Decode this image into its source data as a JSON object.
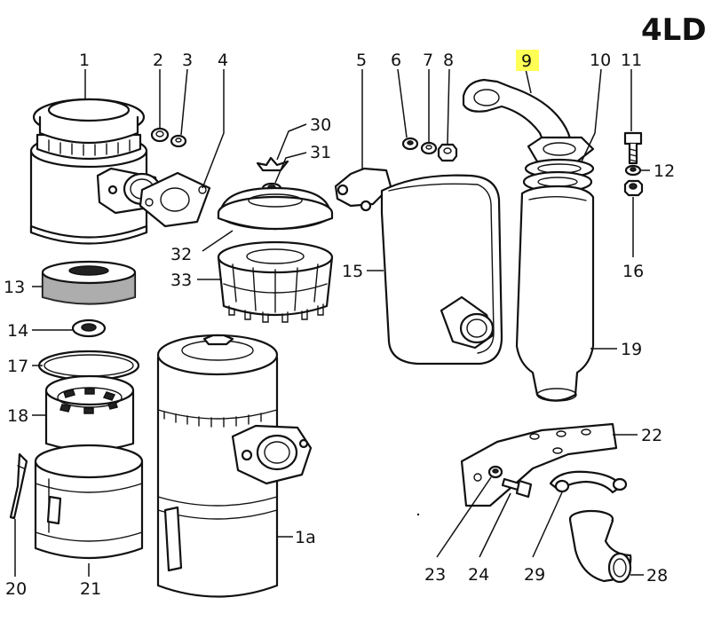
{
  "diagram": {
    "title": "4LD",
    "highlighted_label": "9",
    "labels": [
      {
        "id": "1",
        "text": "1"
      },
      {
        "id": "1a",
        "text": "1a"
      },
      {
        "id": "2",
        "text": "2"
      },
      {
        "id": "3",
        "text": "3"
      },
      {
        "id": "4",
        "text": "4"
      },
      {
        "id": "5",
        "text": "5"
      },
      {
        "id": "6",
        "text": "6"
      },
      {
        "id": "7",
        "text": "7"
      },
      {
        "id": "8",
        "text": "8"
      },
      {
        "id": "9",
        "text": "9"
      },
      {
        "id": "10",
        "text": "10"
      },
      {
        "id": "11",
        "text": "11"
      },
      {
        "id": "12",
        "text": "12"
      },
      {
        "id": "13",
        "text": "13"
      },
      {
        "id": "14",
        "text": "14"
      },
      {
        "id": "15",
        "text": "15"
      },
      {
        "id": "16",
        "text": "16"
      },
      {
        "id": "17",
        "text": "17"
      },
      {
        "id": "18",
        "text": "18"
      },
      {
        "id": "19",
        "text": "19"
      },
      {
        "id": "20",
        "text": "20"
      },
      {
        "id": "21",
        "text": "21"
      },
      {
        "id": "22",
        "text": "22"
      },
      {
        "id": "23",
        "text": "23"
      },
      {
        "id": "24",
        "text": "24"
      },
      {
        "id": "28",
        "text": "28"
      },
      {
        "id": "29",
        "text": "29"
      },
      {
        "id": "30",
        "text": "30"
      },
      {
        "id": "31",
        "text": "31"
      },
      {
        "id": "32",
        "text": "32"
      },
      {
        "id": "33",
        "text": "33"
      }
    ]
  }
}
